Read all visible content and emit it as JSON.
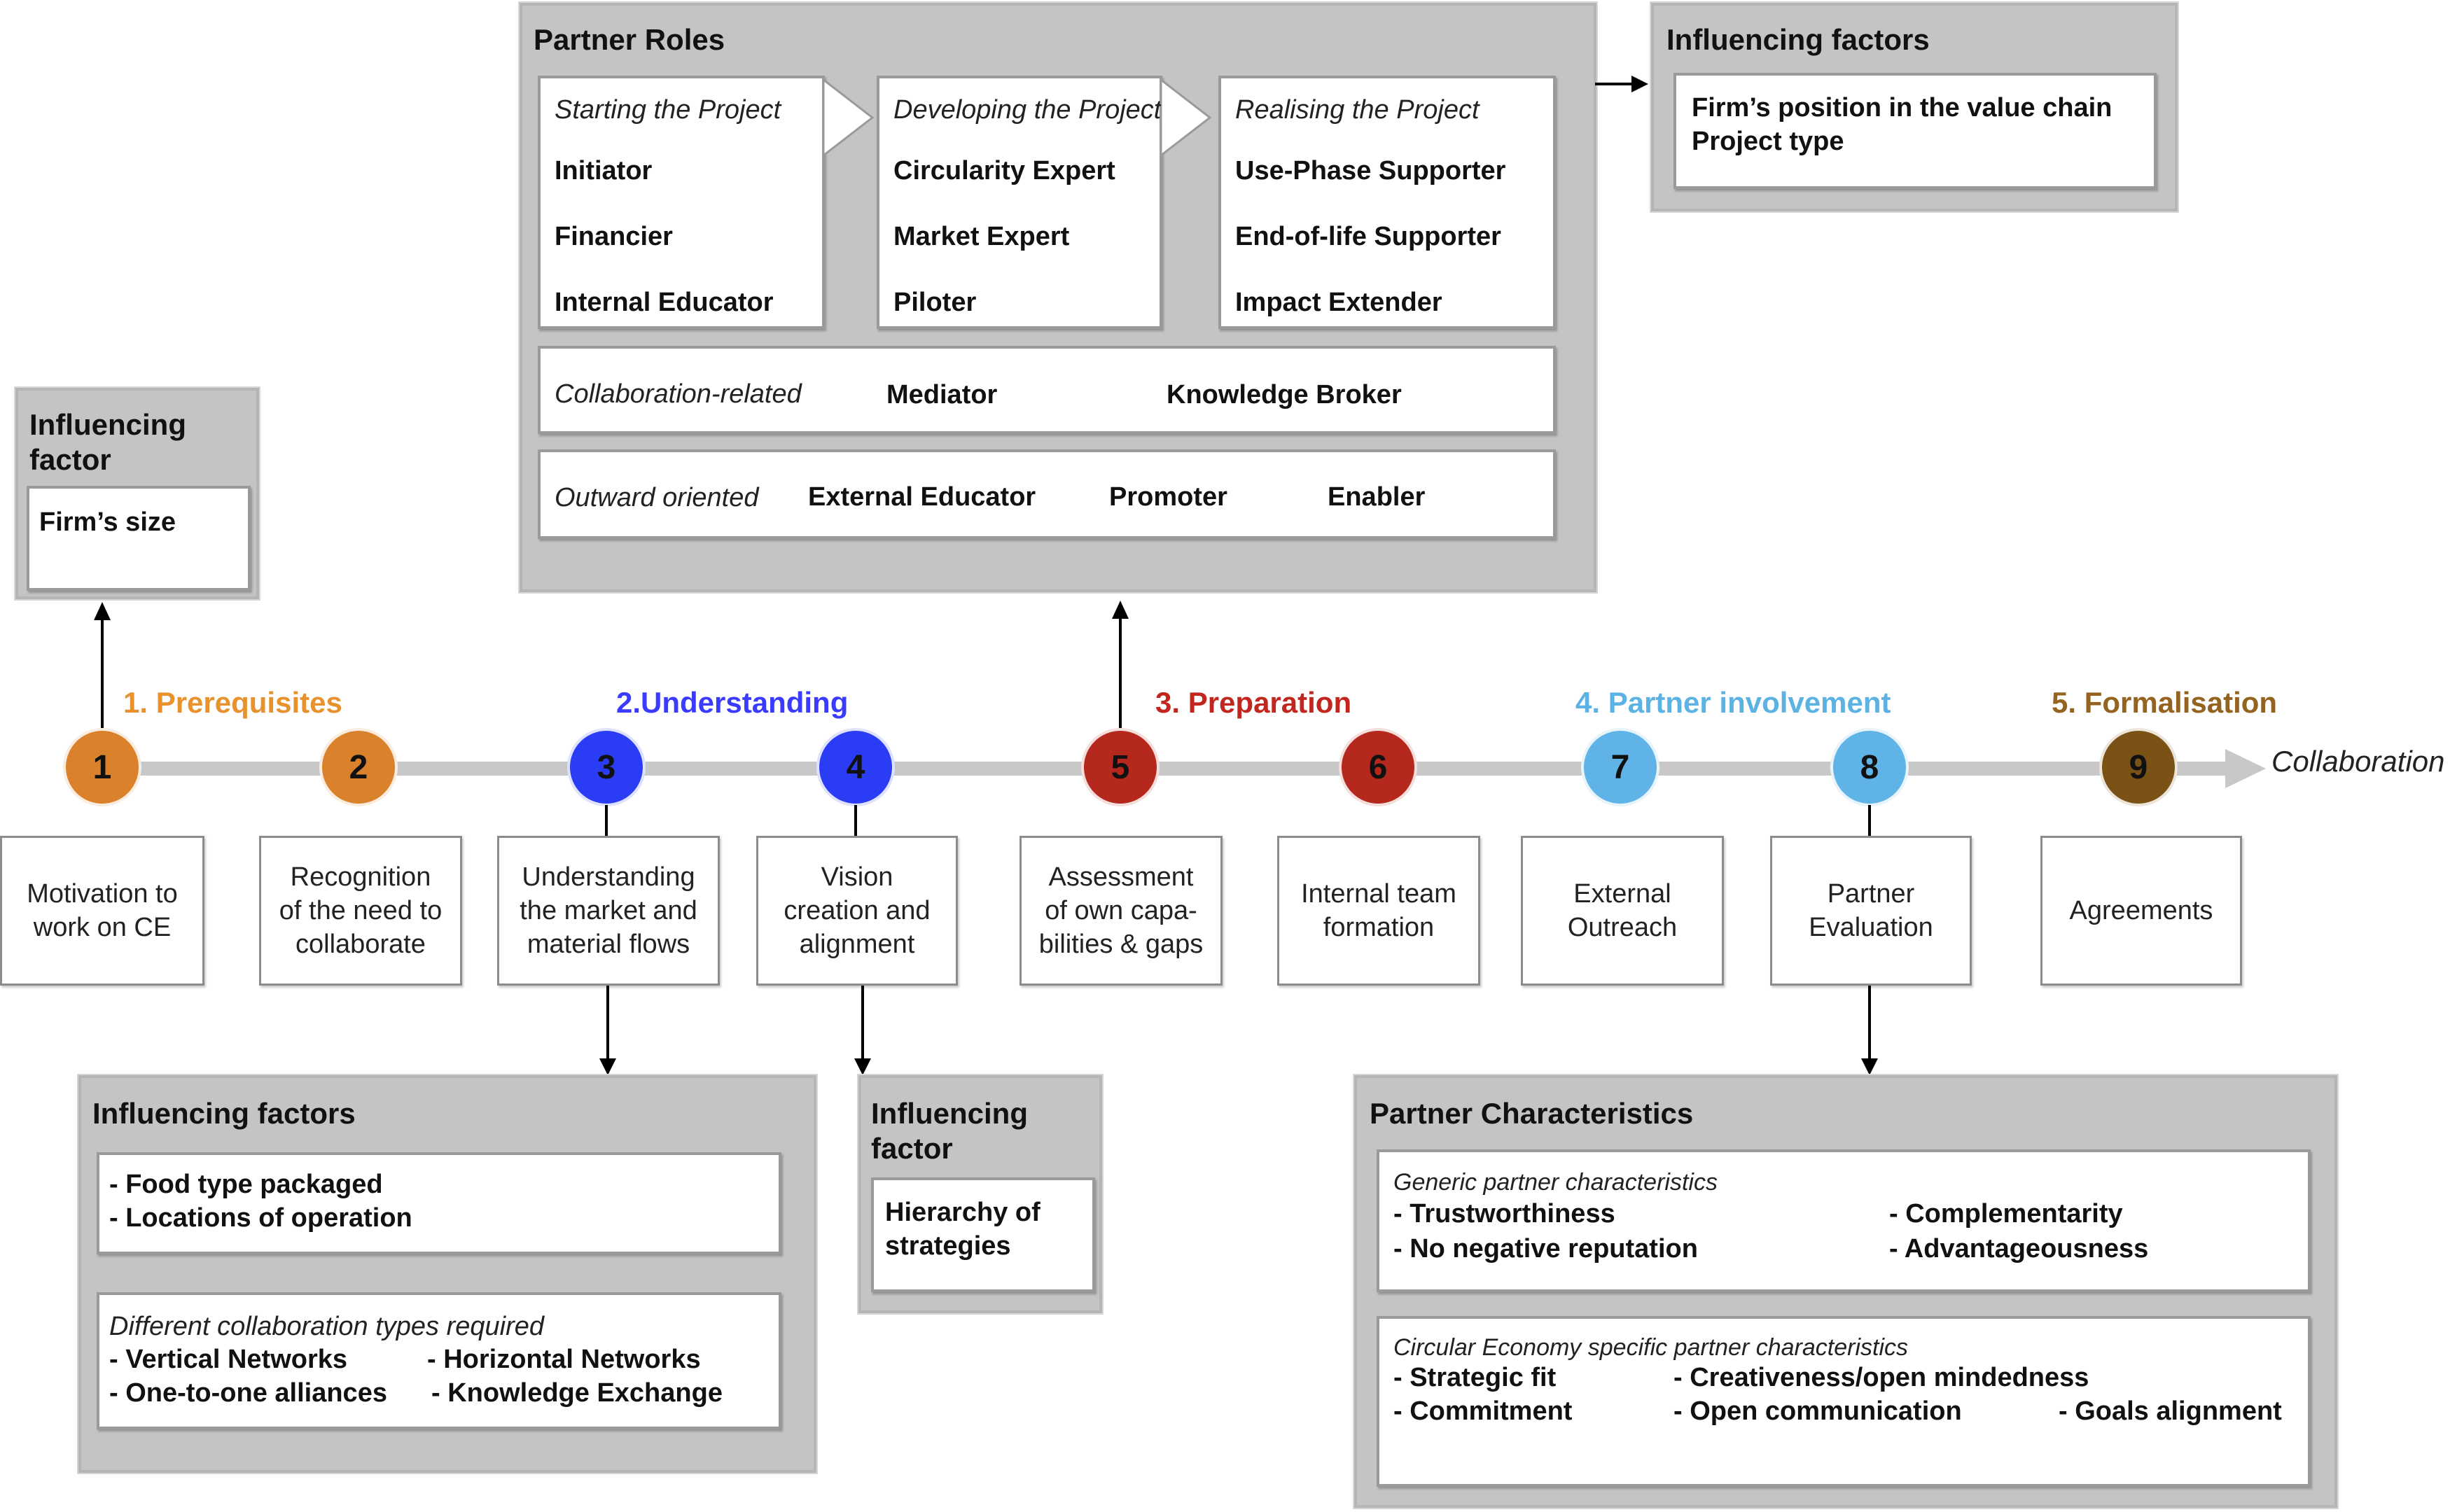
{
  "partner_roles": {
    "title": "Partner Roles",
    "starting": {
      "label": "Starting the Project",
      "items": [
        "Initiator",
        "Financier",
        "Internal Educator"
      ]
    },
    "developing": {
      "label": "Developing the Project",
      "items": [
        "Circularity Expert",
        "Market Expert",
        "Piloter"
      ]
    },
    "realising": {
      "label": "Realising the Project",
      "items": [
        "Use-Phase Supporter",
        "End-of-life Supporter",
        "Impact Extender"
      ]
    },
    "collaboration": {
      "label": "Collaboration-related",
      "items": [
        "Mediator",
        "Knowledge Broker"
      ]
    },
    "outward": {
      "label": "Outward oriented",
      "items": [
        "External Educator",
        "Promoter",
        "Enabler"
      ]
    }
  },
  "influence_value_chain": {
    "title": "Influencing factors",
    "items": [
      "Firm’s position in the value chain",
      "Project type"
    ]
  },
  "influence_size": {
    "title_line1": "Influencing",
    "title_line2": "factor",
    "item": "Firm’s size"
  },
  "phases": [
    {
      "label": "1. Prerequisites",
      "color": "#e8922e"
    },
    {
      "label": "2.Understanding",
      "color": "#3b3bff"
    },
    {
      "label": "3. Preparation",
      "color": "#c2271f"
    },
    {
      "label": "4. Partner involvement",
      "color": "#5bb2e3"
    },
    {
      "label": "5. Formalisation",
      "color": "#946320"
    }
  ],
  "timeline_end_label": "Collaboration",
  "steps": [
    {
      "number": "1",
      "color": "#d9822b",
      "text": "Motivation to\nwork on CE"
    },
    {
      "number": "2",
      "color": "#d9822b",
      "text": "Recognition\nof the need to\ncollaborate"
    },
    {
      "number": "3",
      "color": "#2b3cf5",
      "text": "Understanding\nthe market and\nmaterial flows"
    },
    {
      "number": "4",
      "color": "#2b3cf5",
      "text": "Vision\ncreation and\nalignment"
    },
    {
      "number": "5",
      "color": "#b5281e",
      "text": "Assessment\nof own capa-\nbilities & gaps"
    },
    {
      "number": "6",
      "color": "#b5281e",
      "text": "Internal team\nformation"
    },
    {
      "number": "7",
      "color": "#5fb3e6",
      "text": "External\nOutreach"
    },
    {
      "number": "8",
      "color": "#5fb3e6",
      "text": "Partner\nEvaluation"
    },
    {
      "number": "9",
      "color": "#7a5216",
      "text": "Agreements"
    }
  ],
  "influence_understanding": {
    "title": "Influencing factors",
    "items": [
      "- Food type packaged",
      "- Locations of operation"
    ],
    "collab_label": "Different collaboration types required",
    "collab_items": [
      "- Vertical Networks",
      "- Horizontal Networks",
      "- One-to-one alliances",
      "- Knowledge Exchange"
    ]
  },
  "influence_vision": {
    "title_line1": "Influencing",
    "title_line2": "factor",
    "item_line1": "Hierarchy of",
    "item_line2": "strategies"
  },
  "partner_characteristics": {
    "title": "Partner Characteristics",
    "generic_label": "Generic partner characteristics",
    "generic_items": [
      "- Trustworthiness",
      "- Complementarity",
      "- No negative reputation",
      "- Advantageousness"
    ],
    "ce_label": "Circular Economy specific partner characteristics",
    "ce_items": [
      "- Strategic fit",
      "- Creativeness/open mindedness",
      "- Commitment",
      "- Open communication",
      "- Goals alignment"
    ]
  }
}
